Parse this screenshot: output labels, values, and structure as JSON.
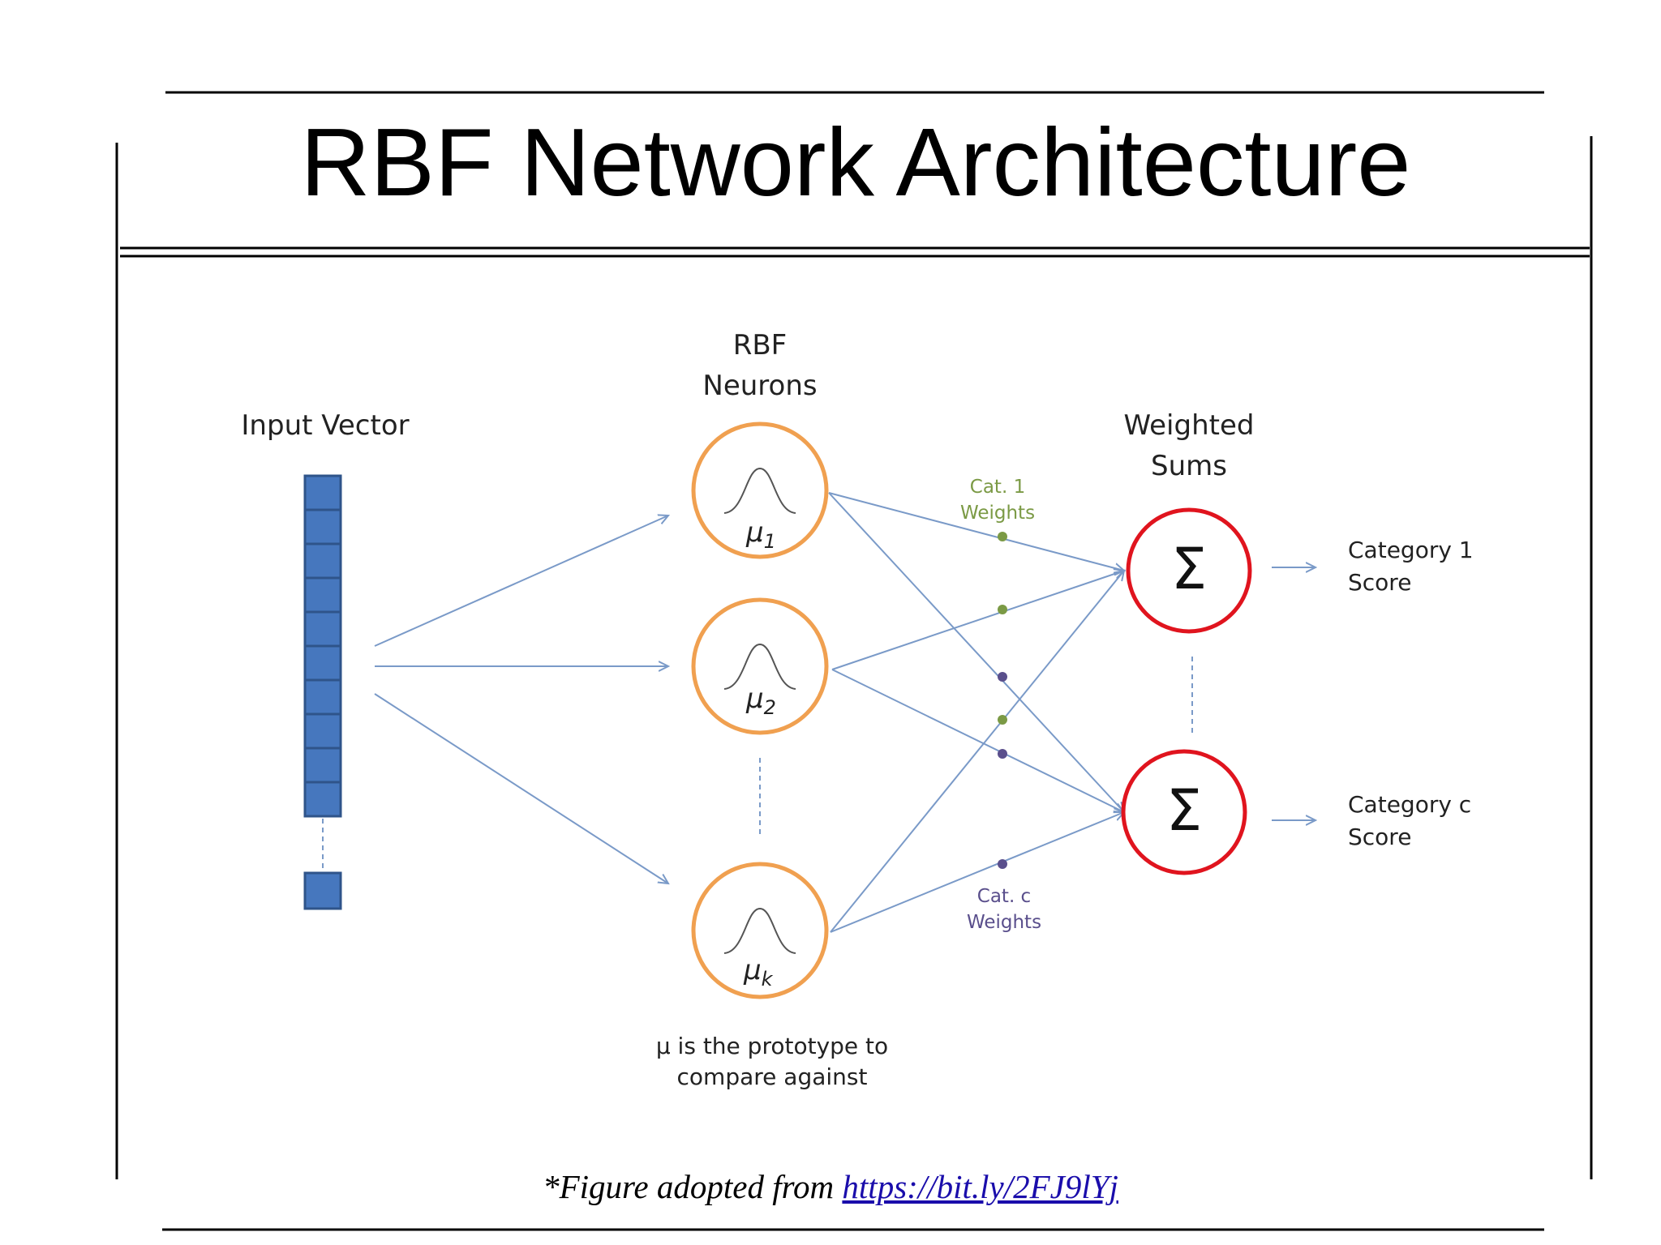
{
  "slide": {
    "title": "RBF Network Architecture",
    "caption_prefix": "*Figure adopted from ",
    "caption_link": "https://bit.ly/2FJ9lYj"
  },
  "diagram": {
    "input_label": "Input Vector",
    "rbf_label_line1": "RBF",
    "rbf_label_line2": "Neurons",
    "sum_label_line1": "Weighted",
    "sum_label_line2": "Sums",
    "neurons": [
      {
        "symbol": "μ",
        "sub": "1"
      },
      {
        "symbol": "μ",
        "sub": "2"
      },
      {
        "symbol": "μ",
        "sub": "k"
      }
    ],
    "sum_symbol": "Σ",
    "weights_cat1_line1": "Cat. 1",
    "weights_cat1_line2": "Weights",
    "weights_catc_line1": "Cat. c",
    "weights_catc_line2": "Weights",
    "outputs": [
      {
        "line1": "Category 1",
        "line2": "Score"
      },
      {
        "line1": "Category c",
        "line2": "Score"
      }
    ],
    "prototype_note_line1": "μ is the prototype to",
    "prototype_note_line2": "compare against",
    "colors": {
      "input_fill": "#4677be",
      "input_stroke": "#2f548a",
      "neuron_stroke": "#f0a050",
      "sum_stroke": "#e0141e",
      "connection": "#7a9ac8",
      "weight_green": "#7b9a45",
      "weight_purple": "#5a4f8c"
    }
  }
}
